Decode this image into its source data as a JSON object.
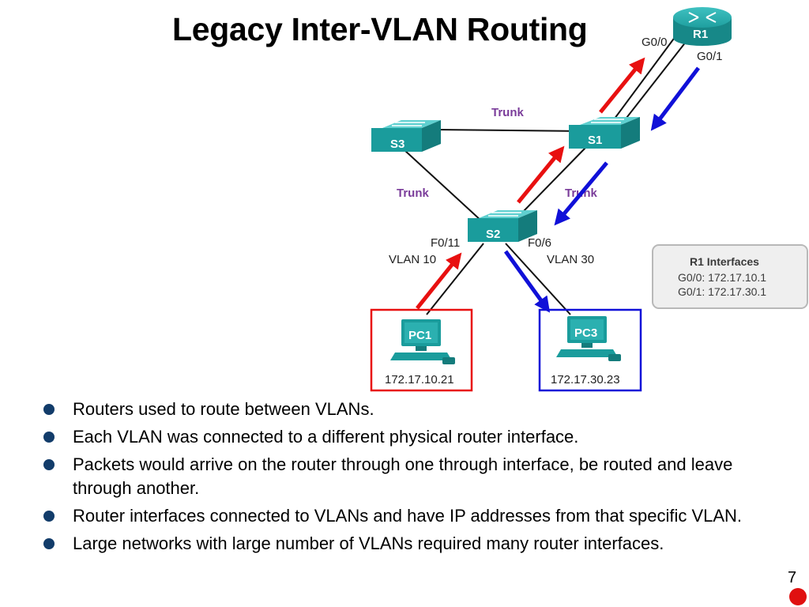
{
  "slide": {
    "title": "Legacy Inter-VLAN Routing",
    "page_number": "7"
  },
  "devices": {
    "r1": "R1",
    "s1": "S1",
    "s2": "S2",
    "s3": "S3",
    "pc1": "PC1",
    "pc3": "PC3"
  },
  "links": {
    "trunk_s3_s1": "Trunk",
    "trunk_s3_s2": "Trunk",
    "trunk_s2_s1": "Trunk"
  },
  "ports": {
    "r1_g00": "G0/0",
    "r1_g01": "G0/1",
    "s2_f011": "F0/11",
    "s2_f06": "F0/6",
    "vlan_left": "VLAN 10",
    "vlan_right": "VLAN 30"
  },
  "hosts": {
    "pc1_ip": "172.17.10.21",
    "pc3_ip": "172.17.30.23"
  },
  "r1_interfaces": {
    "title": "R1 Interfaces",
    "g00": "G0/0: 172.17.10.1",
    "g01": "G0/1: 172.17.30.1"
  },
  "colors": {
    "vlan10": "#e81010",
    "vlan30": "#1010d8",
    "device": "#1a9c9c",
    "trunk_text": "#7a3c9a",
    "bullet": "#123c6a"
  },
  "bullets": [
    "Routers used to route between VLANs.",
    "Each VLAN was connected to a different physical router interface.",
    "Packets would arrive on the router through one through interface, be routed and leave through another.",
    "Router interfaces connected to VLANs and have IP addresses from that specific VLAN.",
    "Large networks with large number of VLANs required many router interfaces."
  ]
}
